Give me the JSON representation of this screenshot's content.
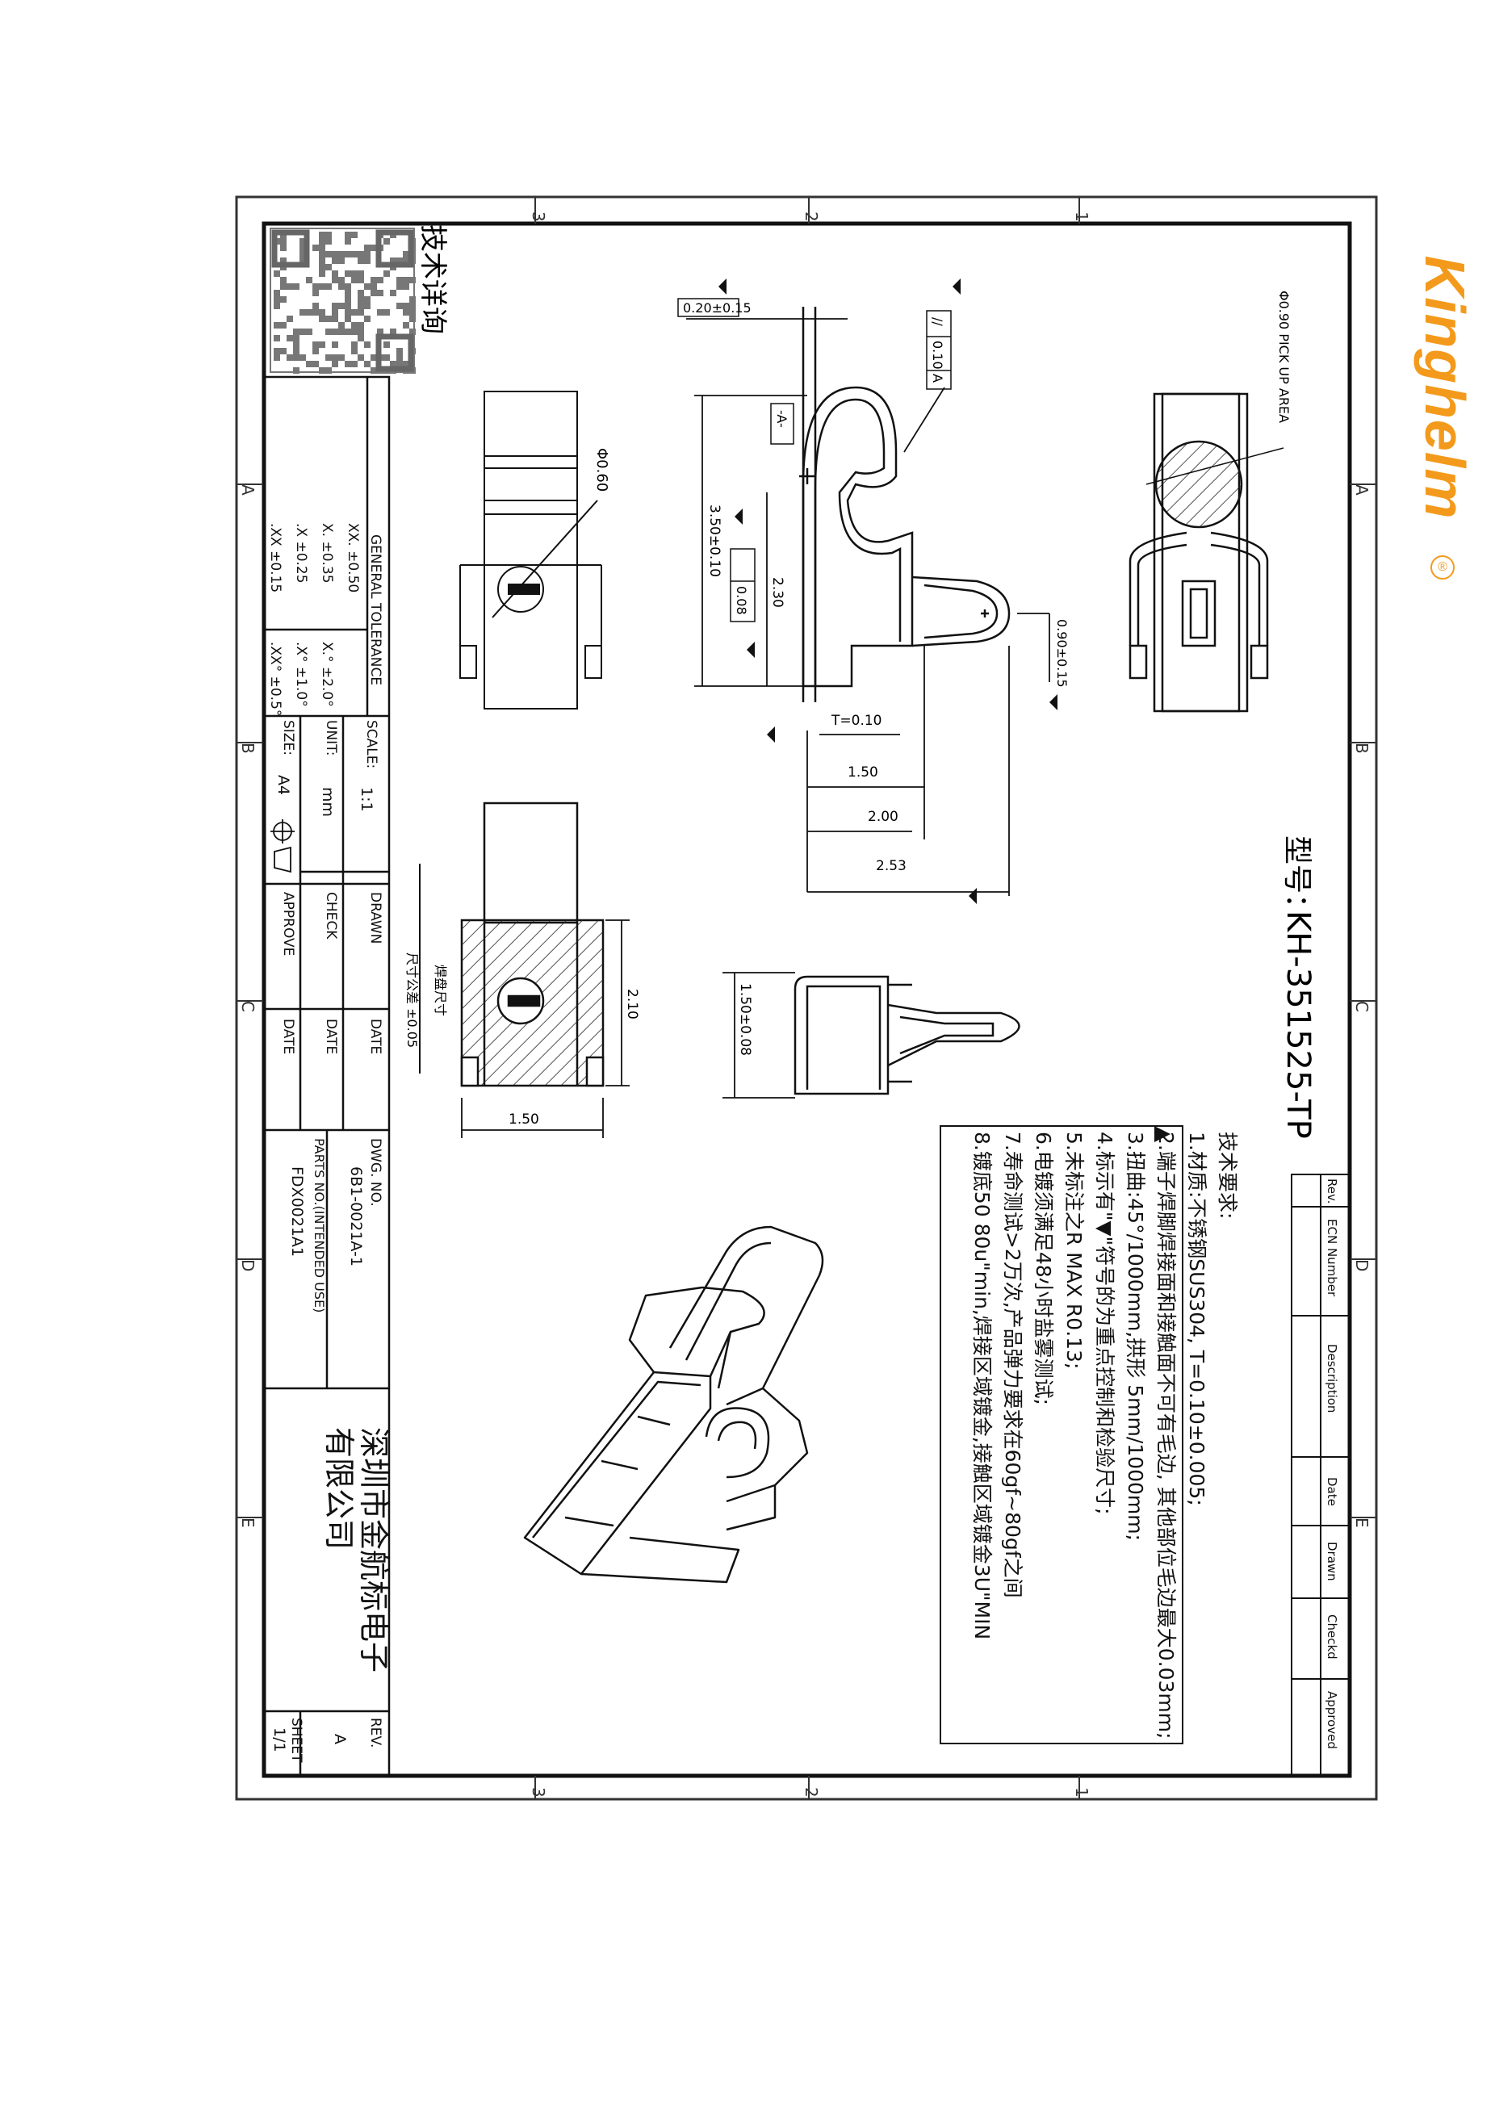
{
  "brand": {
    "name": "Kinghelm",
    "registered_mark": "®",
    "color": "#f39a1c"
  },
  "title_heading": "技术详询",
  "model": {
    "label": "型号：",
    "value": "KH-351525-TP"
  },
  "zone_labels": {
    "top_numbers": [
      "3",
      "2",
      "1"
    ],
    "letters": [
      "A",
      "B",
      "C",
      "D",
      "E"
    ]
  },
  "dimensions": {
    "gap_020": "0.20±0.15",
    "flatness": [
      "//",
      "0.10",
      "A"
    ],
    "pick_up": "Φ0.90 PICK UP AREA",
    "datum_a": "-A-",
    "height_350": "3.50±0.10",
    "dim_230": "2.30",
    "profile": "0.08",
    "lead_090": "0.90±0.15",
    "thickness": "T=0.10",
    "dim_150": "1.50",
    "dim_200": "2.00",
    "dim_253": "2.53",
    "hole_060": "Φ0.60",
    "dim_210": "2.10",
    "dim_150_bottom": "1.50",
    "dim_150_side": "1.50±0.08",
    "pad_note": "焊盘尺寸",
    "pad_tolerance": "尺寸公差 ±0.05"
  },
  "tech_requirements": {
    "heading": "技术要求:",
    "items": [
      "1.材质:不锈钢SUS304, T=0.10±0.005;",
      "2.端子焊脚焊接面和接触面不可有毛边, 其他部位毛边最大0.03mm;",
      "3.扭曲:45°/1000mm,拱形 5mm/1000mm;",
      "4.标示有\"▼\"符号的为重点控制和检验尺寸;",
      "5.未标注之R MAX R0.13;",
      "6.电镀须满足48小时盐雾测试;",
      "7.寿命测试>2万次,产品弹力要求在60gf~80gf之间",
      "8.镀底50 80u\"min,焊接区域镀金,接触区域镀金3U\"MIN"
    ]
  },
  "revision_table": {
    "headers": [
      "Rev.",
      "ECN Number",
      "Description",
      "Date",
      "Drawn",
      "Checkd",
      "Approved"
    ]
  },
  "title_block": {
    "general_tolerance": "GENERAL TOLERANCE",
    "tolerance_rows": [
      [
        "XX. ±0.50",
        ""
      ],
      [
        "X. ±0.35",
        "X.° ±2.0°"
      ],
      [
        ".X ±0.25",
        ".X° ±1.0°"
      ],
      [
        ".XX ±0.15",
        ".XX° ±0.5°"
      ]
    ],
    "scale_label": "SCALE:",
    "scale_value": "1:1",
    "unit_label": "UNIT:",
    "unit_value": "mm",
    "size_label": "SIZE:",
    "size_value": "A4",
    "drawn_label": "DRAWN",
    "check_label": "CHECK",
    "approve_label": "APPROVE",
    "date_label": "DATE",
    "dwg_no_label": "DWG. NO.",
    "dwg_no_value": "6B1-0021A-1",
    "parts_no_label": "PARTS NO.(INTENDED USE)",
    "parts_no_value": "FDX0021A1",
    "company": [
      "深圳市金航标电子",
      "有限公司"
    ],
    "rev_label": "REV.",
    "rev_value": "A",
    "sheet_label": "SHEET",
    "sheet_value": "1/1"
  }
}
